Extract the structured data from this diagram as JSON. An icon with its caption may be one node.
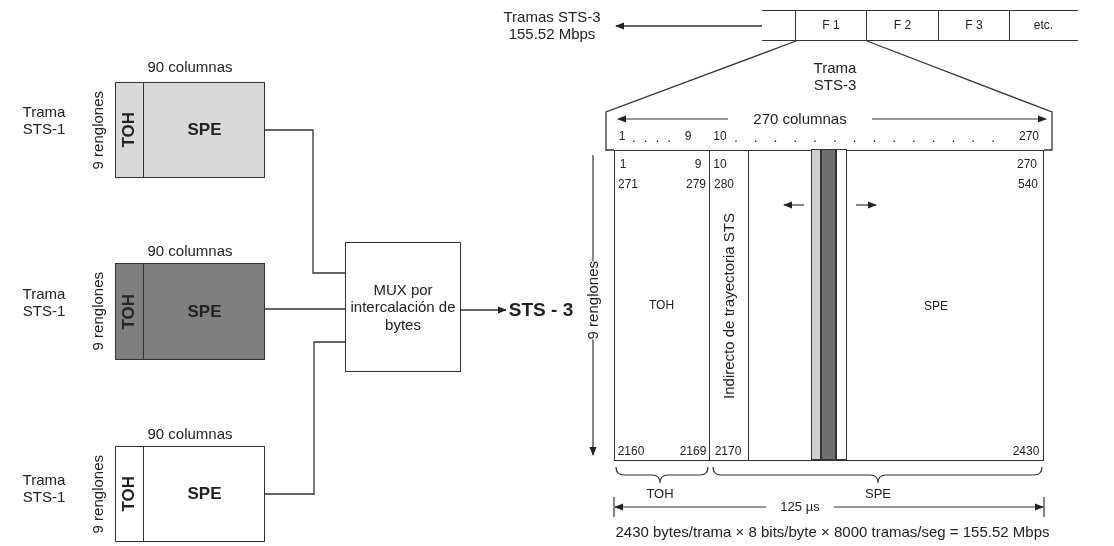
{
  "diagram": {
    "nodes": [
      {
        "text": [],
        "shape": "box",
        "beside": [
          "Trama STS-1"
        ]
      },
      {
        "text": [
          "TOH"
        ],
        "in": 0
      },
      {
        "text": [
          "SPE"
        ],
        "in": 0
      },
      {
        "text": [],
        "shape": "box",
        "beside": [
          "Trama STS-1"
        ]
      },
      {
        "text": [
          "TOH"
        ],
        "in": 3
      },
      {
        "text": [
          "SPE"
        ],
        "in": 3
      },
      {
        "text": [],
        "shape": "box",
        "beside": [
          "Trama STS-1"
        ]
      },
      {
        "text": [
          "TOH"
        ],
        "in": 6
      },
      {
        "text": [
          "SPE"
        ],
        "in": 6
      },
      {
        "text": [
          "MUX por intercalación de bytes"
        ]
      },
      {
        "text": [
          "STS - 3"
        ]
      },
      {
        "text": [],
        "shape": "bar"
      },
      {
        "text": [
          "F 1"
        ],
        "in": 11
      },
      {
        "text": [
          "F 2"
        ],
        "in": 11
      },
      {
        "text": [
          "F 3"
        ],
        "in": 11
      },
      {
        "text": [
          "etc."
        ],
        "in": 11
      },
      {
        "text": [
          "Tramas STS-3 155.52 Mbps"
        ]
      },
      {
        "text": [],
        "shape": "box"
      },
      {
        "text": [
          "TOH"
        ],
        "in": 17
      },
      {
        "text": [
          "Indirecto de trayectoria STS"
        ],
        "in": 17
      },
      {
        "text": [
          "SPE"
        ],
        "in": 17
      },
      {
        "text": [],
        "shape": "bar",
        "in": 20
      },
      {
        "text": [],
        "shape": "bar",
        "in": 20
      },
      {
        "text": [],
        "shape": "bar",
        "in": 20
      }
    ],
    "edges": [
      {
        "from": 0,
        "to": 9,
        "arrow": "none"
      },
      {
        "from": 3,
        "to": 9,
        "arrow": "none"
      },
      {
        "from": 6,
        "to": 9,
        "arrow": "none"
      },
      {
        "from": 9,
        "to": 10,
        "arrow": "to"
      },
      {
        "from": 11,
        "to": 16,
        "arrow": "to"
      },
      {
        "from": 12,
        "to": 17,
        "arrow": "none"
      },
      {
        "from": 12,
        "to": 17,
        "arrow": "none"
      }
    ],
    "labels": [
      "90 columnas",
      "9 renglones",
      "90 columnas",
      "9 renglones",
      "90 columnas",
      "9 renglones",
      "Trama STS-3",
      "270 columnas",
      "1",
      ". . . .",
      "9",
      "10",
      ". . . . . . . . . . . . . .",
      "270",
      "1",
      "9",
      "10",
      "270",
      "271",
      "279",
      "280",
      "540",
      "9 renglones",
      "2160",
      "2169",
      "2170",
      "2430",
      "TOH",
      "SPE",
      "125 µs",
      "2430 bytes/trama × 8 bits/byte × 8000 tramas/seg = 155.52 Mbps"
    ]
  }
}
